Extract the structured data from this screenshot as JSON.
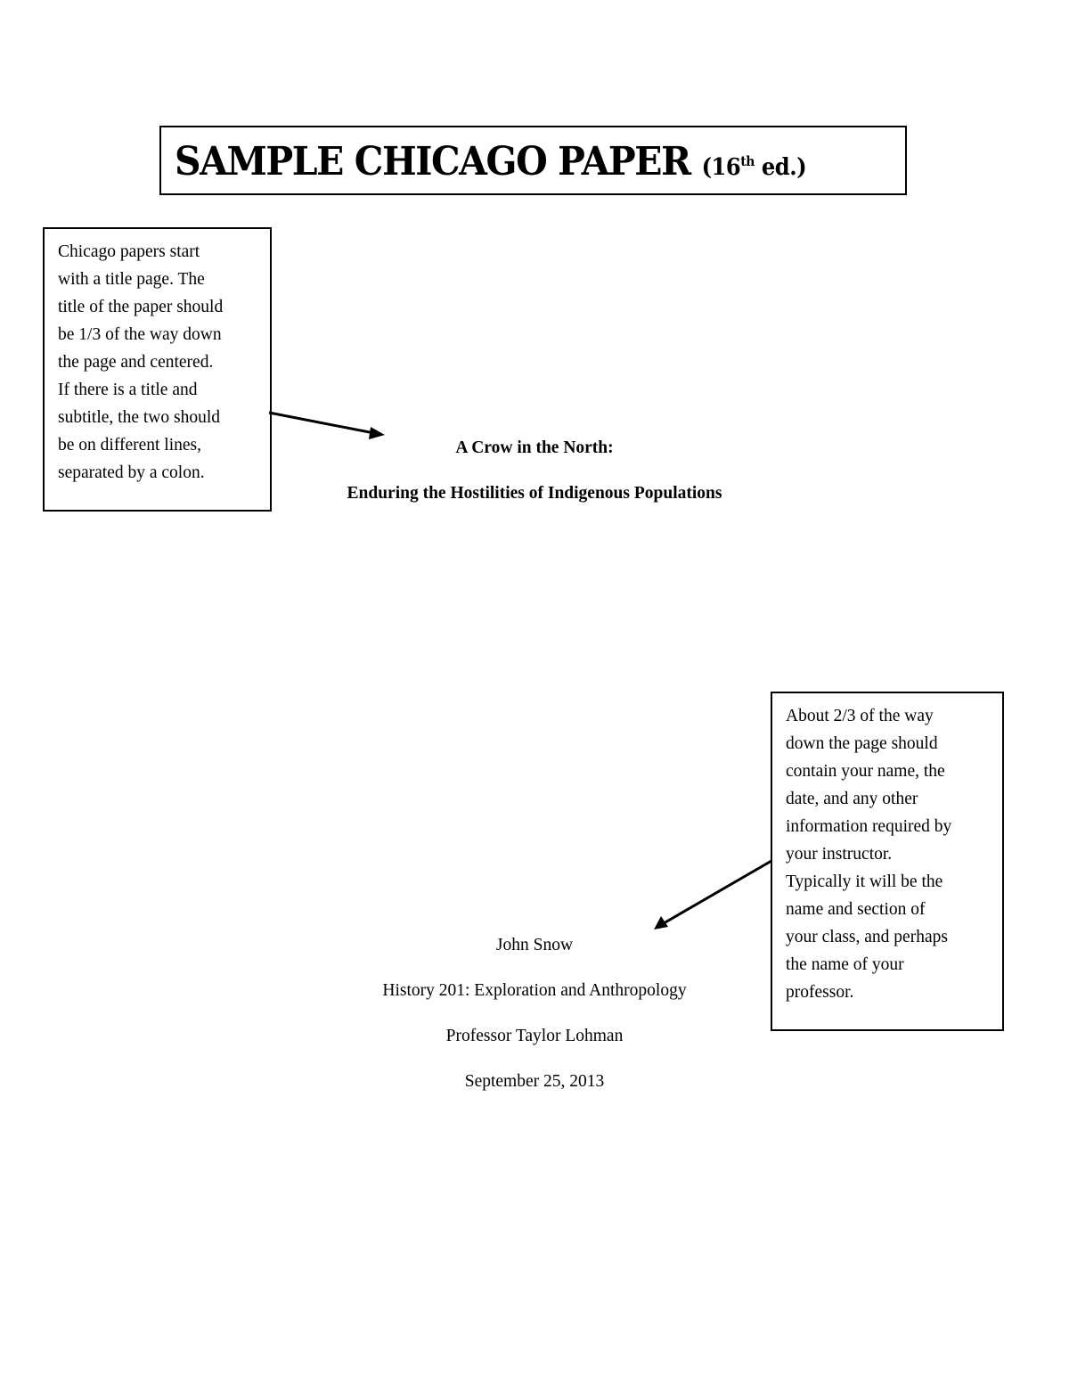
{
  "header": {
    "title": "SAMPLE CHICAGO PAPER",
    "edition_prefix": "(16",
    "edition_sup": "th",
    "edition_suffix": " ed.)"
  },
  "left_note": {
    "lines": [
      "Chicago papers start",
      "with a title page. The",
      "title of the paper should",
      "be 1/3 of the way down",
      "the page and centered.",
      "If there is a title and",
      "subtitle, the two should",
      "be on different lines,",
      "separated by a colon."
    ]
  },
  "paper": {
    "title": "A Crow in the North:",
    "subtitle": "Enduring the Hostilities of Indigenous Populations",
    "author": "John Snow",
    "course": "History 201: Exploration and Anthropology",
    "professor": "Professor Taylor Lohman",
    "date": "September 25, 2013"
  },
  "right_note": {
    "lines": [
      "About 2/3 of the way",
      "down the page should",
      "contain your name, the",
      "date, and any other",
      "information required by",
      "your instructor.",
      "Typically it will be the",
      "name and section of",
      "your class, and perhaps",
      "the name of your",
      "professor."
    ]
  }
}
